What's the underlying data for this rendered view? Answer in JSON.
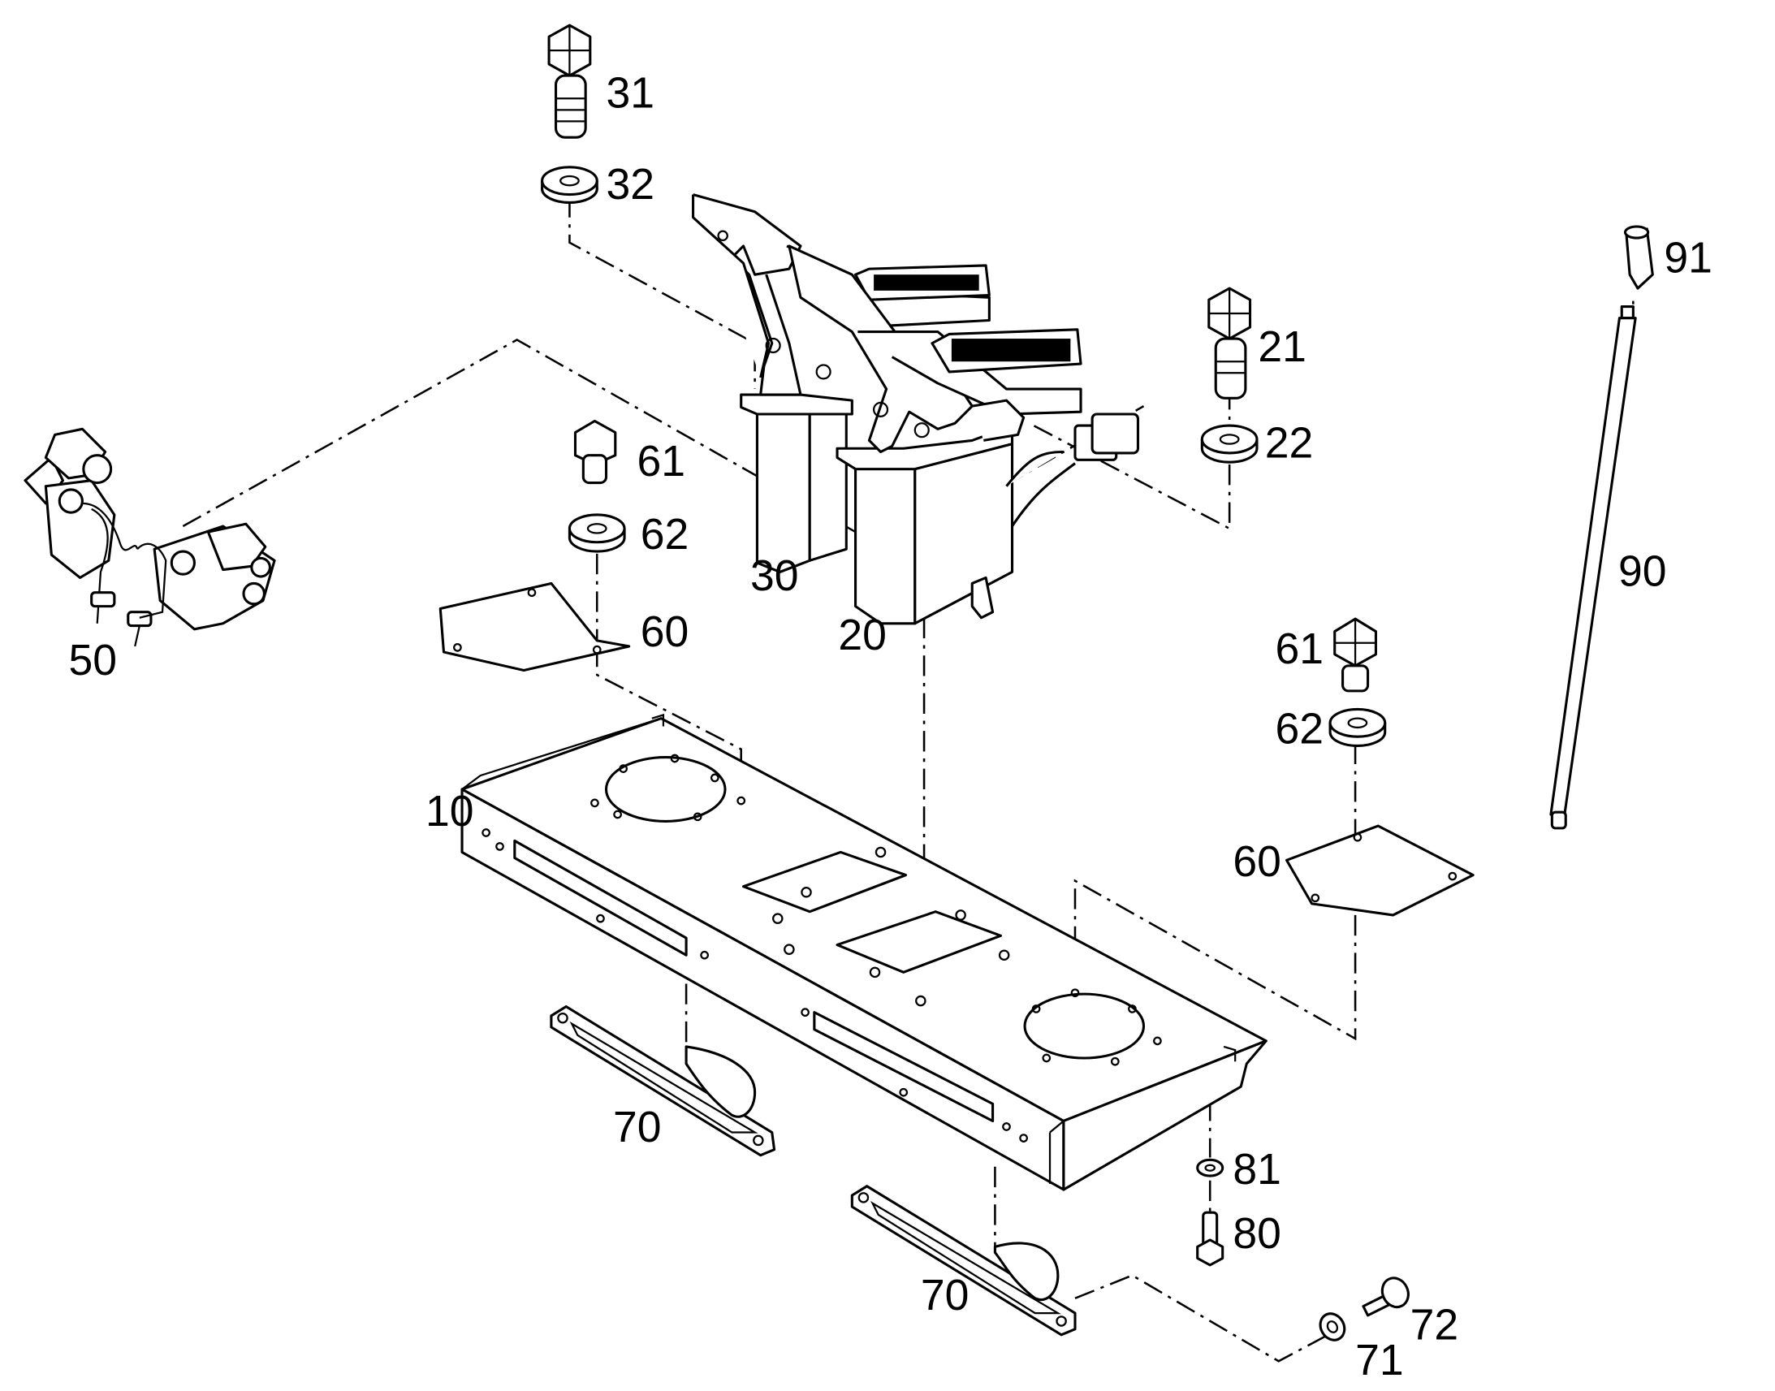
{
  "diagram": {
    "callouts": [
      "31",
      "32",
      "21",
      "22",
      "61",
      "62",
      "60",
      "30",
      "20",
      "50",
      "91",
      "90",
      "61",
      "62",
      "60",
      "10",
      "70",
      "70",
      "81",
      "80",
      "71",
      "72"
    ]
  }
}
